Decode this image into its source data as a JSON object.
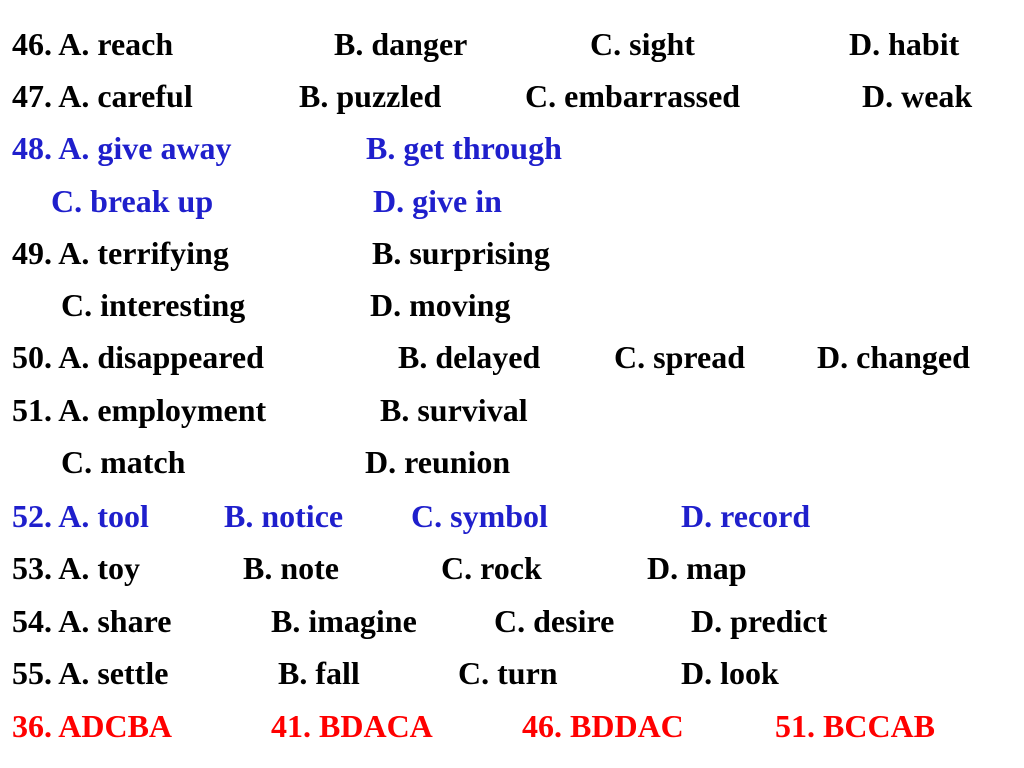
{
  "colors": {
    "text": "#000000",
    "highlight": "#1f1fcc",
    "answer": "#ff0000"
  },
  "q46": {
    "a": "46. A. reach",
    "b": "B. danger",
    "c": "C. sight",
    "d": "D. habit"
  },
  "q47": {
    "a": "47. A. careful",
    "b": "B. puzzled",
    "c": "C. embarrassed",
    "d": "D. weak"
  },
  "q48": {
    "a": "48. A. give away",
    "b": "B. get through",
    "c": "C. break up",
    "d": "D. give in"
  },
  "q49": {
    "a": "49. A. terrifying",
    "b": "B. surprising",
    "c": "C. interesting",
    "d": "D. moving"
  },
  "q50": {
    "a": "50. A. disappeared",
    "b": "B. delayed",
    "c": "C. spread",
    "d": "D. changed"
  },
  "q51": {
    "a": "51. A. employment",
    "b": "B. survival",
    "c": "C. match",
    "d": "D. reunion"
  },
  "q52": {
    "a": "52. A. tool",
    "b": "B. notice",
    "c": "C. symbol",
    "d": "D. record"
  },
  "q53": {
    "a": "53. A. toy",
    "b": "B. note",
    "c": "C. rock",
    "d": "D. map"
  },
  "q54": {
    "a": "54. A. share",
    "b": "B. imagine",
    "c": "C. desire",
    "d": "D. predict"
  },
  "q55": {
    "a": "55. A. settle",
    "b": "B. fall",
    "c": "C. turn",
    "d": "D. look"
  },
  "answers": [
    "36. ADCBA",
    "41. BDACA",
    "46. BDDAC",
    "51. BCCAB"
  ]
}
